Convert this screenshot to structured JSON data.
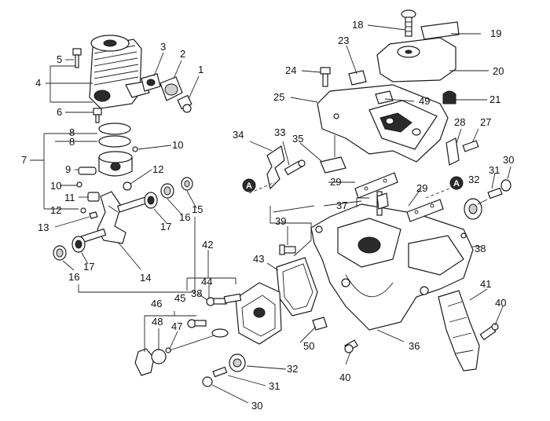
{
  "labels": {
    "n1": "1",
    "n2": "2",
    "n3": "3",
    "n4": "4",
    "n5": "5",
    "n6": "6",
    "n7": "7",
    "n8a": "8",
    "n8b": "8",
    "n9": "9",
    "n10a": "10",
    "n10b": "10",
    "n11": "11",
    "n12a": "12",
    "n12b": "12",
    "n13": "13",
    "n14": "14",
    "n15": "15",
    "n16a": "16",
    "n16b": "16",
    "n17a": "17",
    "n17b": "17",
    "n18": "18",
    "n19": "19",
    "n20": "20",
    "n21": "21",
    "n23": "23",
    "n24": "24",
    "n25": "25",
    "n27": "27",
    "n28": "28",
    "n29a": "29",
    "n29b": "29",
    "n30a": "30",
    "n30b": "30",
    "n31a": "31",
    "n31b": "31",
    "n32a": "32",
    "n32b": "32",
    "n33": "33",
    "n34": "34",
    "n35": "35",
    "n36": "36",
    "n37": "37",
    "n38a": "38",
    "n38b": "38",
    "n39": "39",
    "n40a": "40",
    "n40b": "40",
    "n41": "41",
    "n42": "42",
    "n43": "43",
    "n44": "44",
    "n45": "45",
    "n46": "46",
    "n47": "47",
    "n48": "48",
    "n49": "49",
    "n50": "50",
    "markerA1": "A",
    "markerA2": "A"
  }
}
